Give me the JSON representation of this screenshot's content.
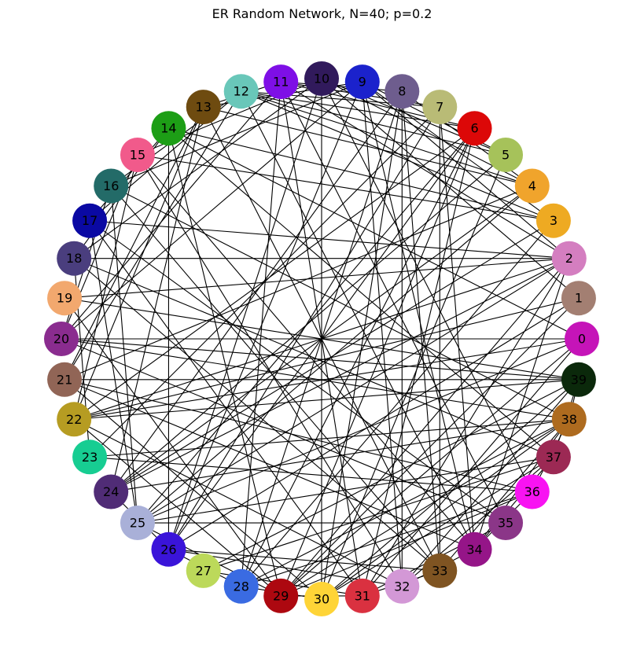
{
  "title": "ER Random Network, N=40; p=0.2",
  "chart_data": {
    "type": "network",
    "title": "ER Random Network, N=40; p=0.2",
    "layout": "circular",
    "nodes": [
      {
        "id": 0,
        "label": "0",
        "color": "#c514b8"
      },
      {
        "id": 1,
        "label": "1",
        "color": "#a37f72"
      },
      {
        "id": 2,
        "label": "2",
        "color": "#d47ec0"
      },
      {
        "id": 3,
        "label": "3",
        "color": "#eeaa22"
      },
      {
        "id": 4,
        "label": "4",
        "color": "#f0a42c"
      },
      {
        "id": 5,
        "label": "5",
        "color": "#a6c25a"
      },
      {
        "id": 6,
        "label": "6",
        "color": "#dc0808"
      },
      {
        "id": 7,
        "label": "7",
        "color": "#b9bb76"
      },
      {
        "id": 8,
        "label": "8",
        "color": "#6e5d8e"
      },
      {
        "id": 9,
        "label": "9",
        "color": "#1b22cc"
      },
      {
        "id": 10,
        "label": "10",
        "color": "#311a5c"
      },
      {
        "id": 11,
        "label": "11",
        "color": "#7e0fe6"
      },
      {
        "id": 12,
        "label": "12",
        "color": "#69c7b9"
      },
      {
        "id": 13,
        "label": "13",
        "color": "#6e4b10"
      },
      {
        "id": 14,
        "label": "14",
        "color": "#1d9e16"
      },
      {
        "id": 15,
        "label": "15",
        "color": "#f15a8b"
      },
      {
        "id": 16,
        "label": "16",
        "color": "#236b68"
      },
      {
        "id": 17,
        "label": "17",
        "color": "#0a09a3"
      },
      {
        "id": 18,
        "label": "18",
        "color": "#4a3e7e"
      },
      {
        "id": 19,
        "label": "19",
        "color": "#f2a86e"
      },
      {
        "id": 20,
        "label": "20",
        "color": "#8a2c8f"
      },
      {
        "id": 21,
        "label": "21",
        "color": "#916556"
      },
      {
        "id": 22,
        "label": "22",
        "color": "#b69c22"
      },
      {
        "id": 23,
        "label": "23",
        "color": "#17cd92"
      },
      {
        "id": 24,
        "label": "24",
        "color": "#502c76"
      },
      {
        "id": 25,
        "label": "25",
        "color": "#a9b0d8"
      },
      {
        "id": 26,
        "label": "26",
        "color": "#3a14d9"
      },
      {
        "id": 27,
        "label": "27",
        "color": "#bcd95a"
      },
      {
        "id": 28,
        "label": "28",
        "color": "#3a6be2"
      },
      {
        "id": 29,
        "label": "29",
        "color": "#ad0810"
      },
      {
        "id": 30,
        "label": "30",
        "color": "#fed437"
      },
      {
        "id": 31,
        "label": "31",
        "color": "#da3140"
      },
      {
        "id": 32,
        "label": "32",
        "color": "#d398d6"
      },
      {
        "id": 33,
        "label": "33",
        "color": "#7f5422"
      },
      {
        "id": 34,
        "label": "34",
        "color": "#951588"
      },
      {
        "id": 35,
        "label": "35",
        "color": "#8b3688"
      },
      {
        "id": 36,
        "label": "36",
        "color": "#f813f2"
      },
      {
        "id": 37,
        "label": "37",
        "color": "#9c2954"
      },
      {
        "id": 38,
        "label": "38",
        "color": "#ae6b1f"
      },
      {
        "id": 39,
        "label": "39",
        "color": "#0b290b"
      }
    ],
    "edges": [
      [
        0,
        25
      ],
      [
        0,
        20
      ],
      [
        0,
        29
      ],
      [
        0,
        31
      ],
      [
        0,
        14
      ],
      [
        0,
        22
      ],
      [
        1,
        26
      ],
      [
        1,
        29
      ],
      [
        1,
        22
      ],
      [
        1,
        10
      ],
      [
        2,
        18
      ],
      [
        2,
        25
      ],
      [
        2,
        22
      ],
      [
        2,
        29
      ],
      [
        2,
        24
      ],
      [
        2,
        11
      ],
      [
        2,
        31
      ],
      [
        2,
        9
      ],
      [
        2,
        19
      ],
      [
        2,
        17
      ],
      [
        2,
        34
      ],
      [
        3,
        12
      ],
      [
        3,
        15
      ],
      [
        3,
        9
      ],
      [
        3,
        24
      ],
      [
        3,
        14
      ],
      [
        3,
        28
      ],
      [
        4,
        10
      ],
      [
        4,
        13
      ],
      [
        4,
        21
      ],
      [
        4,
        12
      ],
      [
        4,
        8
      ],
      [
        4,
        24
      ],
      [
        4,
        25
      ],
      [
        5,
        9
      ],
      [
        5,
        12
      ],
      [
        5,
        10
      ],
      [
        5,
        24
      ],
      [
        5,
        30
      ],
      [
        6,
        11
      ],
      [
        6,
        12
      ],
      [
        6,
        25
      ],
      [
        6,
        29
      ],
      [
        6,
        22
      ],
      [
        6,
        31
      ],
      [
        6,
        26
      ],
      [
        6,
        28
      ],
      [
        7,
        12
      ],
      [
        7,
        11
      ],
      [
        7,
        26
      ],
      [
        7,
        23
      ],
      [
        7,
        33
      ],
      [
        7,
        34
      ],
      [
        8,
        11
      ],
      [
        8,
        24
      ],
      [
        8,
        28
      ],
      [
        8,
        32
      ],
      [
        8,
        33
      ],
      [
        8,
        30
      ],
      [
        9,
        13
      ],
      [
        9,
        16
      ],
      [
        9,
        20
      ],
      [
        9,
        26
      ],
      [
        9,
        32
      ],
      [
        9,
        34
      ],
      [
        10,
        30
      ],
      [
        10,
        15
      ],
      [
        10,
        26
      ],
      [
        10,
        36
      ],
      [
        10,
        18
      ],
      [
        11,
        13
      ],
      [
        11,
        28
      ],
      [
        11,
        31
      ],
      [
        11,
        35
      ],
      [
        11,
        20
      ],
      [
        12,
        16
      ],
      [
        12,
        21
      ],
      [
        12,
        34
      ],
      [
        12,
        17
      ],
      [
        13,
        21
      ],
      [
        13,
        33
      ],
      [
        13,
        22
      ],
      [
        13,
        24
      ],
      [
        14,
        17
      ],
      [
        14,
        18
      ],
      [
        14,
        29
      ],
      [
        14,
        26
      ],
      [
        14,
        37
      ],
      [
        15,
        20
      ],
      [
        15,
        22
      ],
      [
        15,
        32
      ],
      [
        15,
        34
      ],
      [
        16,
        20
      ],
      [
        16,
        25
      ],
      [
        16,
        33
      ],
      [
        16,
        38
      ],
      [
        17,
        31
      ],
      [
        17,
        35
      ],
      [
        17,
        25
      ],
      [
        18,
        33
      ],
      [
        18,
        37
      ],
      [
        18,
        23
      ],
      [
        19,
        29
      ],
      [
        19,
        39
      ],
      [
        20,
        38
      ],
      [
        20,
        35
      ],
      [
        20,
        39
      ],
      [
        21,
        34
      ],
      [
        21,
        30
      ],
      [
        21,
        39
      ],
      [
        21,
        36
      ],
      [
        22,
        29
      ],
      [
        22,
        32
      ],
      [
        22,
        39
      ],
      [
        23,
        36
      ],
      [
        23,
        38
      ],
      [
        24,
        38
      ],
      [
        24,
        26
      ],
      [
        25,
        35
      ],
      [
        25,
        29
      ],
      [
        25,
        37
      ],
      [
        26,
        32
      ],
      [
        26,
        28
      ],
      [
        26,
        33
      ],
      [
        27,
        39
      ],
      [
        27,
        37
      ],
      [
        27,
        31
      ],
      [
        28,
        36
      ],
      [
        28,
        38
      ],
      [
        28,
        30
      ],
      [
        29,
        38
      ],
      [
        29,
        36
      ],
      [
        29,
        31
      ],
      [
        30,
        38
      ],
      [
        30,
        39
      ],
      [
        30,
        37
      ],
      [
        31,
        35
      ],
      [
        31,
        33
      ],
      [
        32,
        37
      ],
      [
        32,
        34
      ],
      [
        32,
        39
      ],
      [
        33,
        38
      ],
      [
        34,
        38
      ],
      [
        34,
        37
      ],
      [
        34,
        36
      ],
      [
        36,
        38
      ],
      [
        38,
        39
      ],
      [
        37,
        39
      ]
    ]
  }
}
